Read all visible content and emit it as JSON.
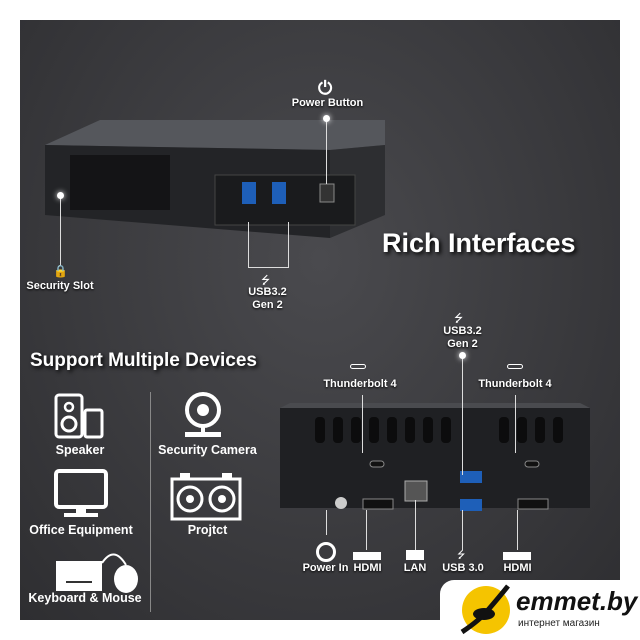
{
  "headline": "Rich Interfaces",
  "top_device": {
    "power_button": "Power Button",
    "security_slot": "Security Slot",
    "usb_front": [
      "USB3.2",
      "Gen 2"
    ]
  },
  "devices_section": {
    "title": "Support Multiple Devices",
    "items": [
      "Speaker",
      "Security Camera",
      "Office Equipment",
      "Projtct",
      "Keyboard & Mouse"
    ]
  },
  "rear_ports": {
    "usb_top": [
      "USB3.2",
      "Gen 2"
    ],
    "thunderbolt_left": "Thunderbolt 4",
    "thunderbolt_right": "Thunderbolt 4",
    "bottom": [
      "Power In",
      "HDMI",
      "LAN",
      "USB 3.0",
      "HDMI"
    ]
  },
  "logo": {
    "name": "emmet.by",
    "tagline": "интернет магазин",
    "color": "#f5c400"
  }
}
